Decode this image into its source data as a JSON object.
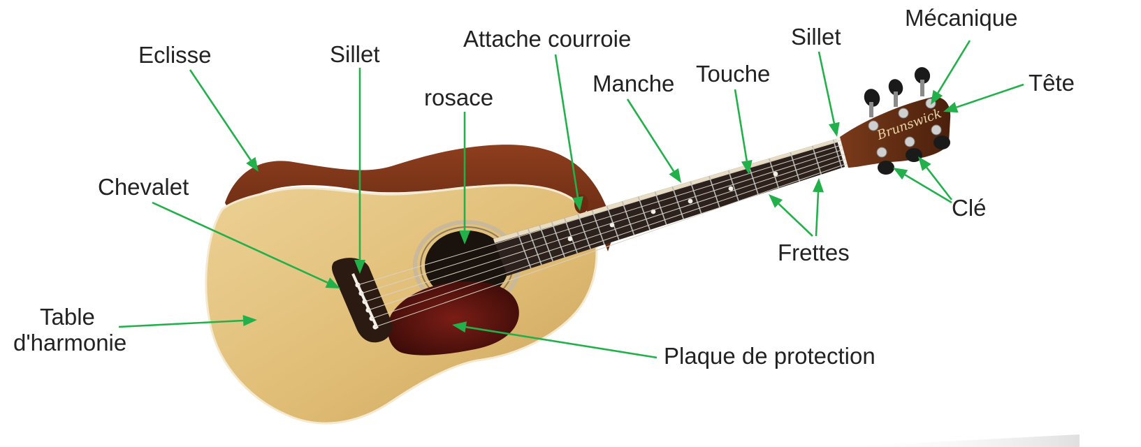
{
  "diagram": {
    "labels": {
      "eclisse": "Eclisse",
      "sillet_bridge": "Sillet",
      "attache_courroie": "Attache courroie",
      "sillet_nut": "Sillet",
      "mecanique": "Mécanique",
      "rosace": "rosace",
      "manche": "Manche",
      "touche": "Touche",
      "tete": "Tête",
      "chevalet": "Chevalet",
      "cle": "Clé",
      "frettes": "Frettes",
      "table_line1": "Table",
      "table_line2": "d'harmonie",
      "plaque": "Plaque de protection"
    },
    "headstock_logo": "Brunswick",
    "colors": {
      "arrow": "#22b04a",
      "text": "#222222",
      "top_wood": "#e2c07a",
      "side_wood": "#7a3318",
      "fretboard": "#2c211c",
      "pickguard": "#5a1410",
      "binding": "#f4ead2",
      "peg": "#1a1a1a",
      "tuner_metal": "#c9c9c9"
    }
  }
}
